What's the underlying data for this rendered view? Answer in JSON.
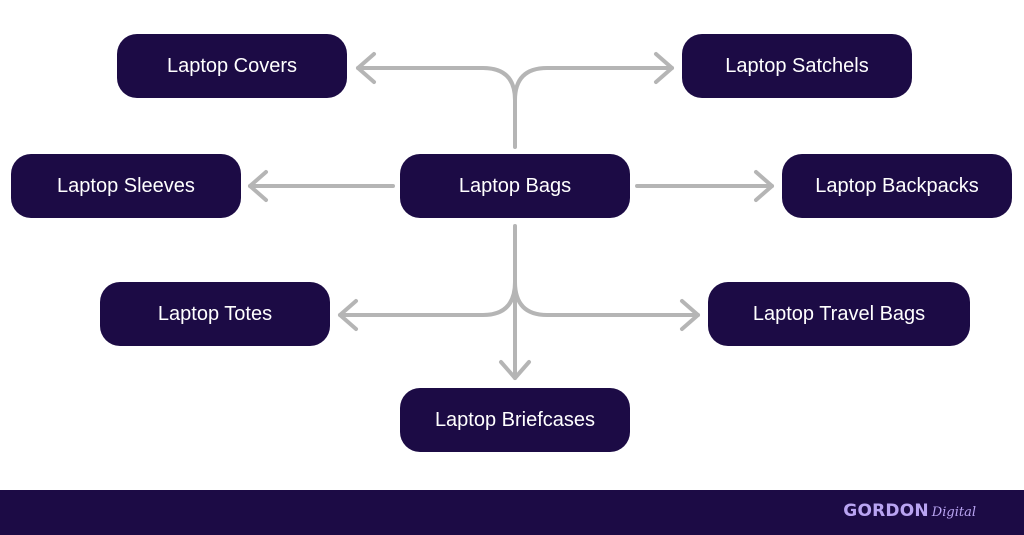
{
  "diagram": {
    "root": "Laptop Bags",
    "nodes": {
      "covers": "Laptop Covers",
      "satchels": "Laptop Satchels",
      "sleeves": "Laptop Sleeves",
      "bags": "Laptop Bags",
      "backpacks": "Laptop Backpacks",
      "totes": "Laptop Totes",
      "travel": "Laptop Travel Bags",
      "briefcases": "Laptop Briefcases"
    },
    "edges": [
      {
        "from": "Laptop Bags",
        "to": "Laptop Covers"
      },
      {
        "from": "Laptop Bags",
        "to": "Laptop Satchels"
      },
      {
        "from": "Laptop Bags",
        "to": "Laptop Sleeves"
      },
      {
        "from": "Laptop Bags",
        "to": "Laptop Backpacks"
      },
      {
        "from": "Laptop Bags",
        "to": "Laptop Totes"
      },
      {
        "from": "Laptop Bags",
        "to": "Laptop Travel Bags"
      },
      {
        "from": "Laptop Bags",
        "to": "Laptop Briefcases"
      }
    ]
  },
  "footer": {
    "brand_main": "GORDON",
    "brand_sub": "Digital"
  },
  "colors": {
    "node_bg": "#1c0b45",
    "node_text": "#ffffff",
    "arrow": "#b5b5b5",
    "footer_bg": "#1c0b45",
    "brand": "#b9a4f2"
  }
}
